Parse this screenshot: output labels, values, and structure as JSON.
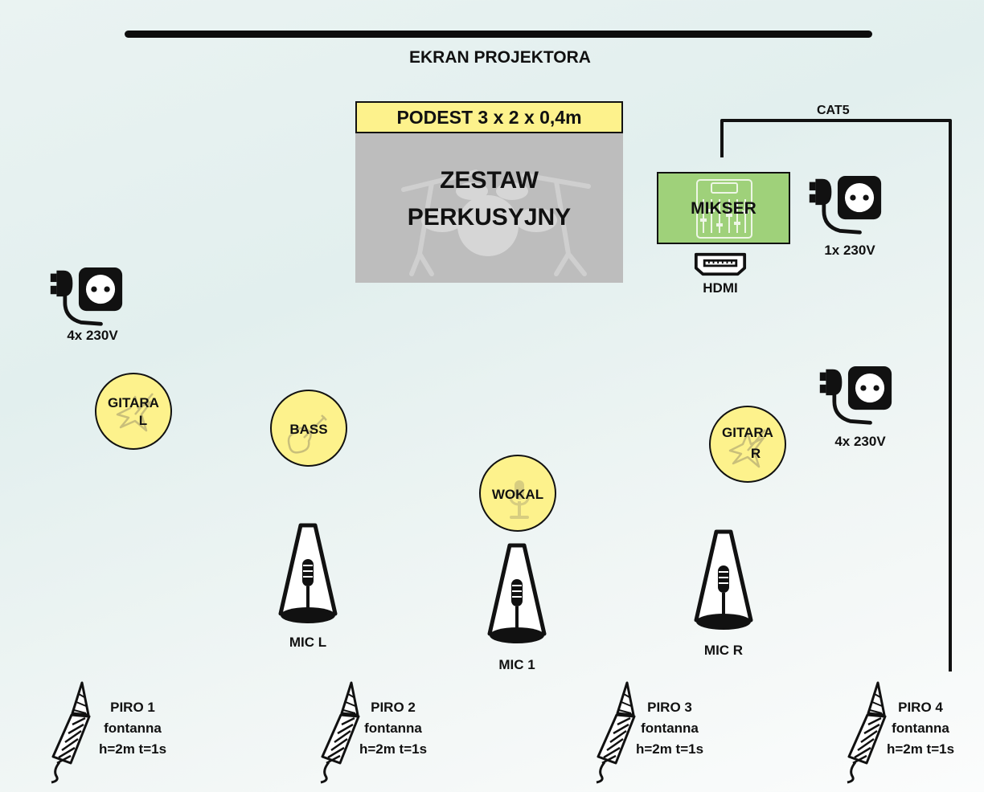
{
  "screen": {
    "label": "EKRAN PROJEKTORA"
  },
  "podium": {
    "label": "PODEST 3 x 2 x 0,4m"
  },
  "drums": {
    "line1": "ZESTAW",
    "line2": "PERKUSYJNY"
  },
  "mixer": {
    "label": "MIKSER",
    "hdmi_label": "HDMI",
    "cable_label": "CAT5"
  },
  "power": [
    {
      "label": "4x 230V"
    },
    {
      "label": "1x 230V"
    },
    {
      "label": "4x 230V"
    }
  ],
  "musicians": [
    {
      "line1": "GITARA",
      "line2": "L"
    },
    {
      "line1": "BASS"
    },
    {
      "line1": "WOKAL"
    },
    {
      "line1": "GITARA",
      "line2": "R"
    }
  ],
  "mics": [
    {
      "label": "MIC L"
    },
    {
      "label": "MIC 1"
    },
    {
      "label": "MIC R"
    }
  ],
  "piros": [
    {
      "name": "PIRO 1",
      "type": "fontanna",
      "spec": "h=2m t=1s"
    },
    {
      "name": "PIRO 2",
      "type": "fontanna",
      "spec": "h=2m t=1s"
    },
    {
      "name": "PIRO 3",
      "type": "fontanna",
      "spec": "h=2m t=1s"
    },
    {
      "name": "PIRO 4",
      "type": "fontanna",
      "spec": "h=2m t=1s"
    }
  ],
  "colors": {
    "yellow": "#fdf28c",
    "green": "#9fd17a",
    "gray": "#bdbdbd",
    "ink": "#111111"
  }
}
